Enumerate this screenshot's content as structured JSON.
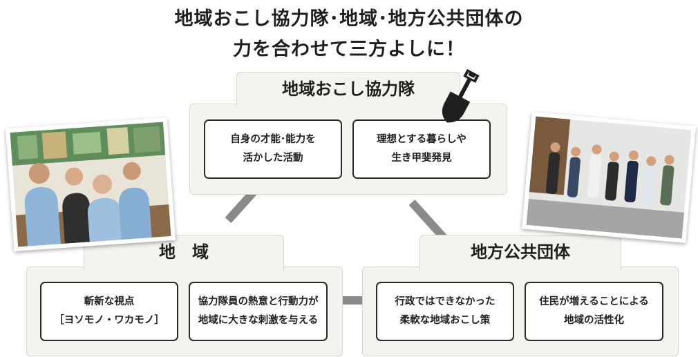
{
  "headline": {
    "line1": "地域おこし協力隊･地域･地方公共団体の",
    "line2": "力を合わせて三方よしに！"
  },
  "top_panel": {
    "title": "地域おこし協力隊",
    "icon": "shovel-icon",
    "boxes": [
      {
        "line1": "自身の才能･能力を",
        "line2": "活かした活動"
      },
      {
        "line1": "理想とする暮らしや",
        "line2": "生き甲斐発見"
      }
    ]
  },
  "left_panel": {
    "title": "地　域",
    "boxes": [
      {
        "line1": "斬新な視点",
        "line2": "［ヨソモノ・ワカモノ］"
      },
      {
        "line1": "協力隊員の熱意と行動力が",
        "line2": "地域に大きな刺激を与える"
      }
    ]
  },
  "right_panel": {
    "title": "地方公共団体",
    "boxes": [
      {
        "line1": "行政ではできなかった",
        "line2": "柔軟な地域おこし策"
      },
      {
        "line1": "住民が増えることによる",
        "line2": "地域の活性化"
      }
    ]
  },
  "colors": {
    "panel_bg": "#f4f3ee",
    "connector": "#8a8a8a",
    "box_border": "#2a2a2a"
  }
}
